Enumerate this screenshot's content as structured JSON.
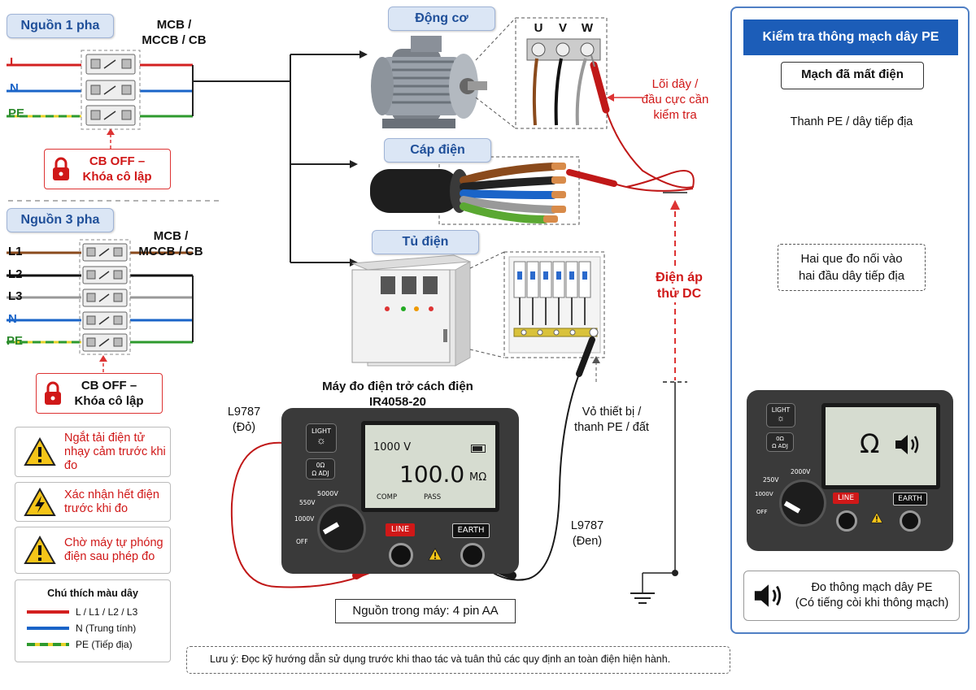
{
  "left": {
    "single_phase": {
      "title": "Nguồn 1 pha",
      "breaker_label": "MCB /\nMCCB / CB",
      "wires": [
        "L",
        "N",
        "PE"
      ],
      "lockout": "CB OFF –\nKhóa cô lập"
    },
    "three_phase": {
      "title": "Nguồn 3 pha",
      "breaker_label": "MCB /\nMCCB / CB",
      "wires": [
        "L1",
        "L2",
        "L3",
        "N",
        "PE"
      ],
      "lockout": "CB OFF –\nKhóa cô lập"
    },
    "warnings": [
      "Ngắt tải điện tử nhạy cảm trước khi đo",
      "Xác nhận hết điện trước khi đo",
      "Chờ máy tự phóng điện sau phép đo"
    ],
    "legend": {
      "title": "Chú thích màu dây",
      "items": [
        "L / L1 / L2 / L3",
        "N (Trung tính)",
        "PE (Tiếp địa)"
      ],
      "colors": [
        "#d32020",
        "#1a64c8",
        "#2e9a2e"
      ]
    }
  },
  "center": {
    "motor": "Động cơ",
    "cable": "Cáp điện",
    "cabinet": "Tủ điện",
    "terminals": [
      "U",
      "V",
      "W"
    ],
    "core_note": "Lõi dây /\nđầu cực cần\nkiểm tra",
    "dc_voltage": "Điện áp\nthử DC",
    "frame_note": "Vỏ thiết bị /\nthanh PE / đất",
    "meter_title": "Máy đo điện trở cách điện\nIR4058-20",
    "lead_red": "L9787\n(Đỏ)",
    "lead_black": "L9787\n(Đen)",
    "battery_note": "Nguồn trong máy: 4 pin AA",
    "meter": {
      "light": "LIGHT",
      "zero_adj": "0Ω\nΩ ADJ",
      "voltage": "1000 V",
      "reading": "100.0",
      "unit": "MΩ",
      "comp": "COMP",
      "pass": "PASS",
      "line": "LINE",
      "earth": "EARTH",
      "dial_labels": [
        "5000V",
        "550V",
        "1000V",
        "OFF"
      ]
    }
  },
  "right_panel": {
    "title": "Kiểm tra thông mạch dây PE",
    "state": "Mạch đã mất điện",
    "bar_label": "Thanh PE / dây tiếp địa",
    "probe_note": "Hai que đo nối vào\nhai đầu dây tiếp địa",
    "meter": {
      "light": "LIGHT",
      "zero_adj": "0Ω\nΩ ADJ",
      "symbol": "Ω",
      "line": "LINE",
      "earth": "EARTH",
      "dial_labels": [
        "2000V",
        "250V",
        "1000V",
        "OFF"
      ]
    },
    "buzzer_note": "Đo thông mạch dây PE\n(Có tiếng còi khi thông mạch)"
  },
  "footer_note": "Lưu ý: Đọc kỹ hướng dẫn sử dụng trước khi thao tác và tuân thủ các quy định an toàn điện hiện hành."
}
